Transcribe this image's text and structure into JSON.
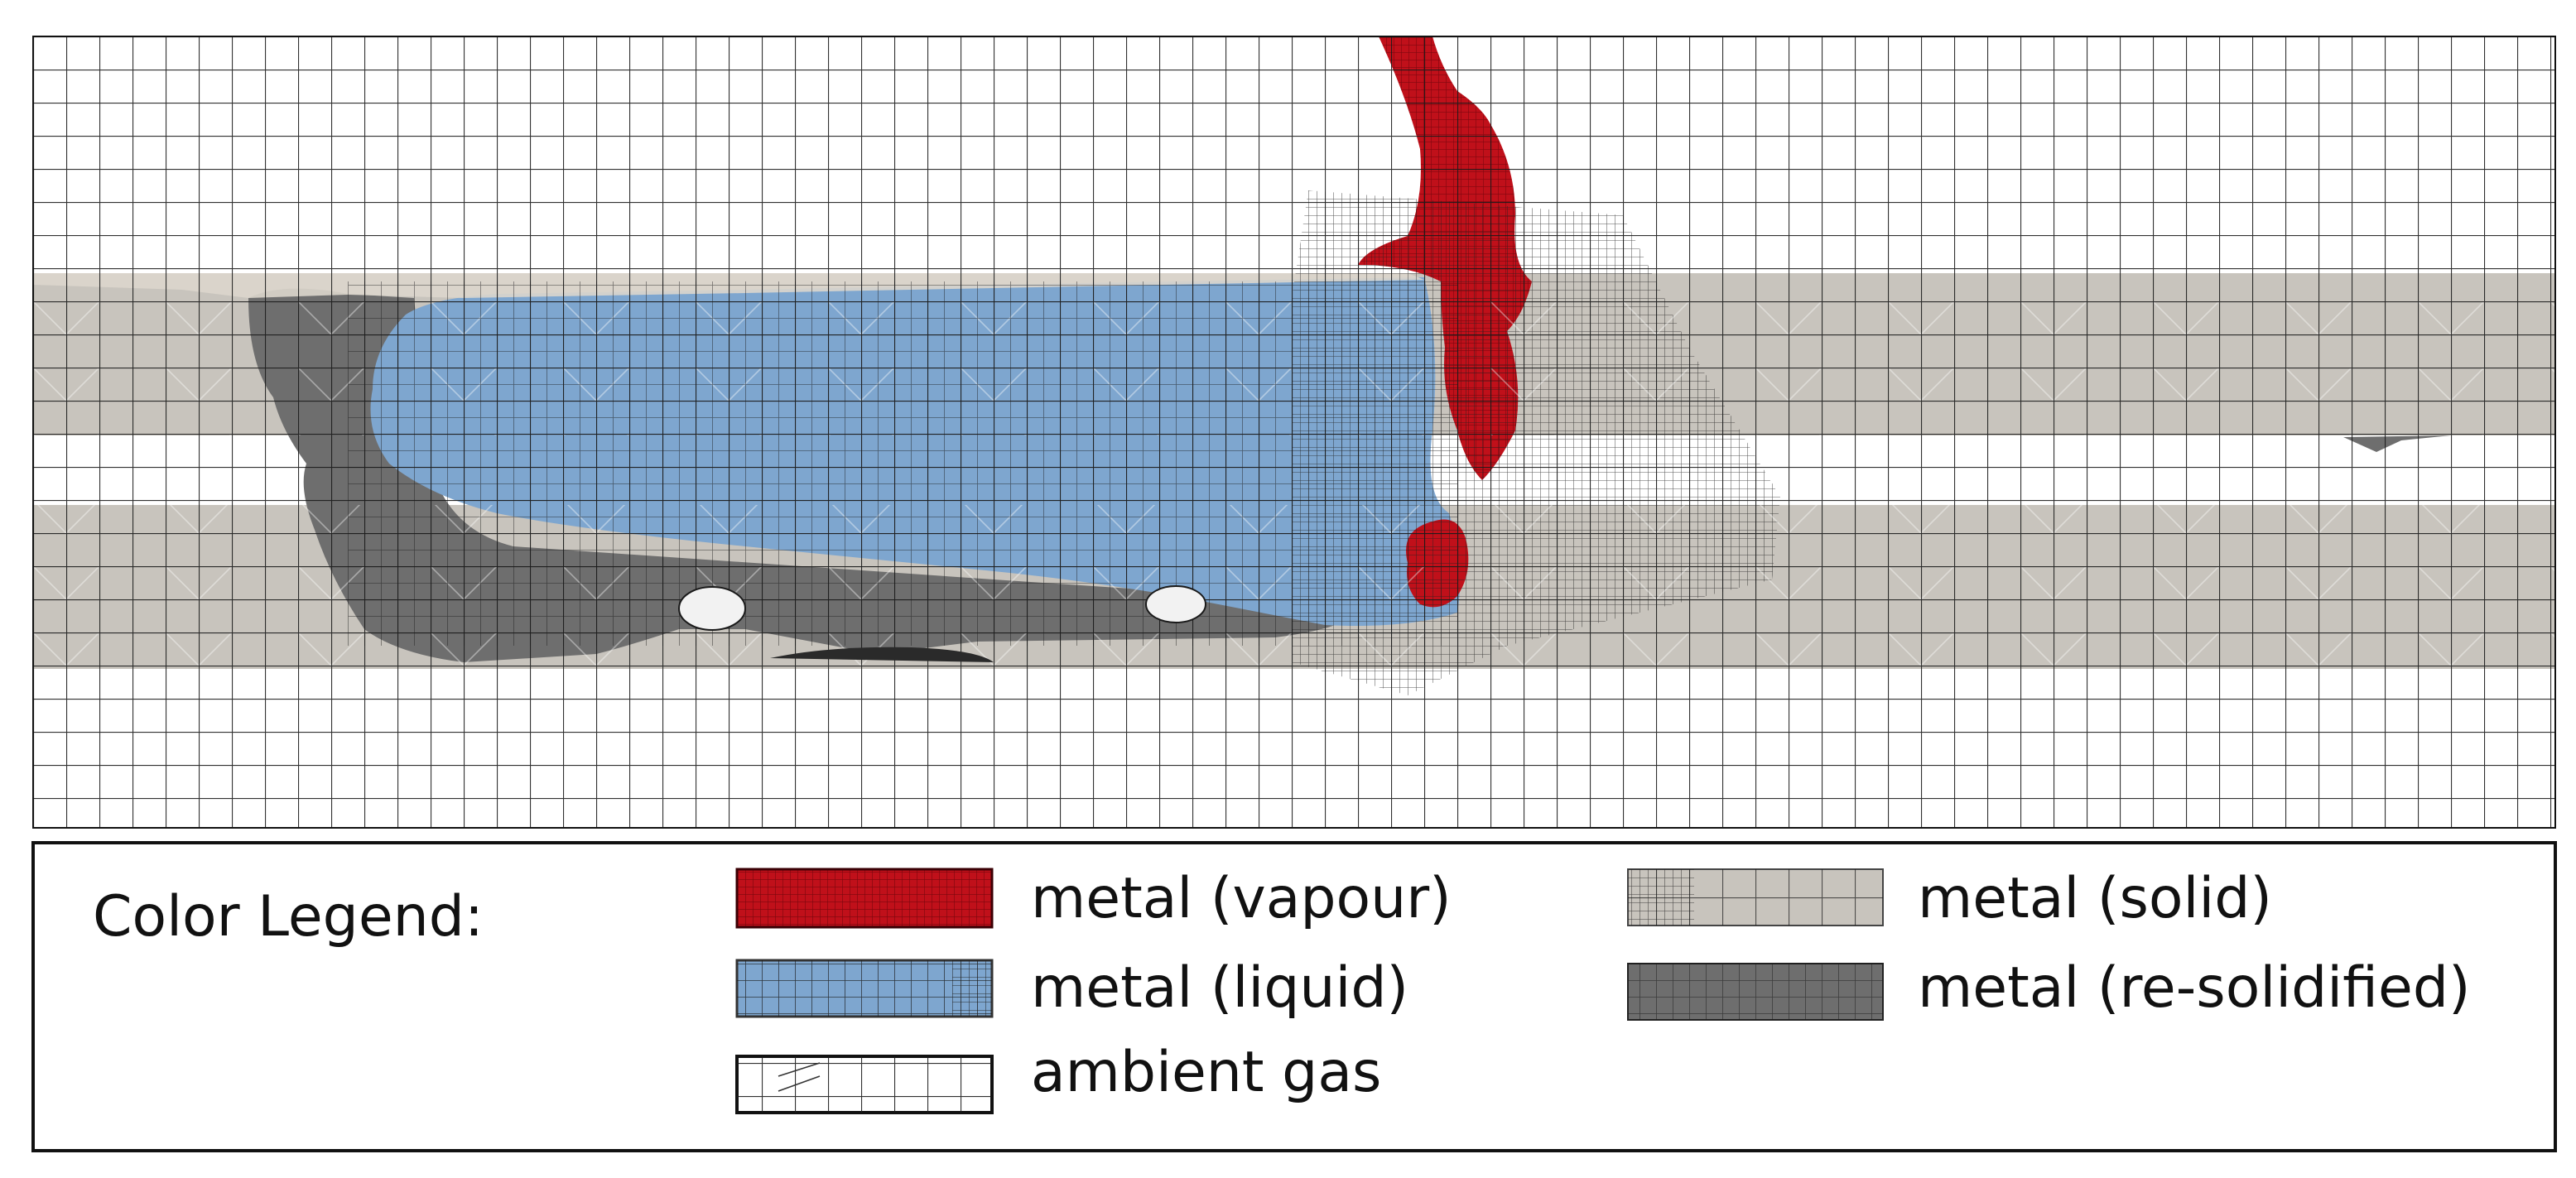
{
  "legend": {
    "title": "Color Legend:",
    "items": [
      {
        "key": "vapour",
        "label": "metal (vapour)",
        "color": "#c0101a"
      },
      {
        "key": "liquid",
        "label": "metal (liquid)",
        "color": "#7ea6cf"
      },
      {
        "key": "gas",
        "label": "ambient gas",
        "color": "#ffffff"
      },
      {
        "key": "solid",
        "label": "metal (solid)",
        "color": "#c8c4bd"
      },
      {
        "key": "resolid",
        "label": "metal (re-solidified)",
        "color": "#6e6e6e"
      }
    ]
  },
  "colors": {
    "mesh_line": "#1a1a1a",
    "frame": "#111111",
    "background": "#ffffff"
  }
}
